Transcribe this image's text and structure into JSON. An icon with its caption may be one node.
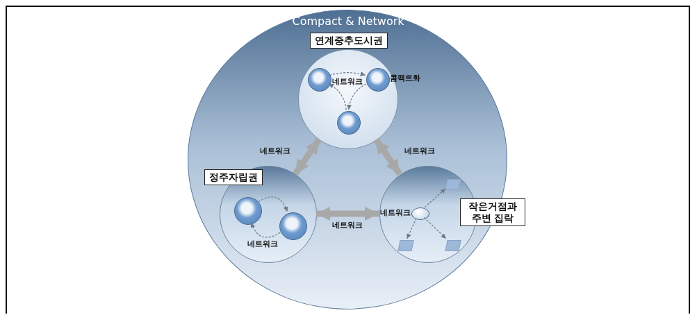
{
  "diagram": {
    "nodes": [
      {
        "text": [
          "Compact & Network"
        ]
      },
      {
        "text": [
          "연계중추도시권"
        ],
        "in": 0
      },
      {
        "text": [],
        "shape": "circle",
        "in": 1
      },
      {
        "text": [],
        "shape": "circle",
        "in": 1,
        "beside": [
          "콤팩트화"
        ]
      },
      {
        "text": [],
        "shape": "circle",
        "in": 1
      },
      {
        "text": [
          "정주자립권"
        ],
        "in": 0
      },
      {
        "text": [],
        "shape": "circle",
        "in": 5
      },
      {
        "text": [],
        "shape": "circle",
        "in": 5
      },
      {
        "text": [
          "작은거점과 주변 집락"
        ],
        "in": 0
      },
      {
        "text": [],
        "shape": "circle",
        "in": 8,
        "beside": [
          "네트워크"
        ]
      },
      {
        "text": [],
        "shape": "box",
        "in": 8
      },
      {
        "text": [],
        "shape": "box",
        "in": 8
      },
      {
        "text": [],
        "shape": "box",
        "in": 8
      }
    ],
    "edges": [
      {
        "from": 5,
        "to": 1,
        "arrow": "both",
        "label": "네트워크",
        "style": "thick",
        "color": "#a8a8a8"
      },
      {
        "from": 8,
        "to": 1,
        "arrow": "both",
        "label": "네트워크",
        "style": "thick",
        "color": "#a8a8a8"
      },
      {
        "from": 5,
        "to": 8,
        "arrow": "both",
        "label": "네트워크",
        "style": "thick",
        "color": "#a8a8a8"
      },
      {
        "from": 2,
        "to": 3,
        "arrow": "to",
        "label": "네트워크",
        "style": "dashed"
      },
      {
        "from": 3,
        "to": 4,
        "arrow": "to",
        "style": "dashed"
      },
      {
        "from": 4,
        "to": 2,
        "arrow": "to",
        "style": "dashed"
      },
      {
        "from": 6,
        "to": 7,
        "arrow": "to",
        "style": "dashed"
      },
      {
        "from": 7,
        "to": 6,
        "arrow": "to",
        "label": "네트워크",
        "style": "dashed"
      },
      {
        "from": 9,
        "to": 10,
        "arrow": "to",
        "style": "dashed"
      },
      {
        "from": 9,
        "to": 11,
        "arrow": "to",
        "style": "dashed"
      },
      {
        "from": 9,
        "to": 12,
        "arrow": "to",
        "style": "dashed"
      }
    ]
  }
}
